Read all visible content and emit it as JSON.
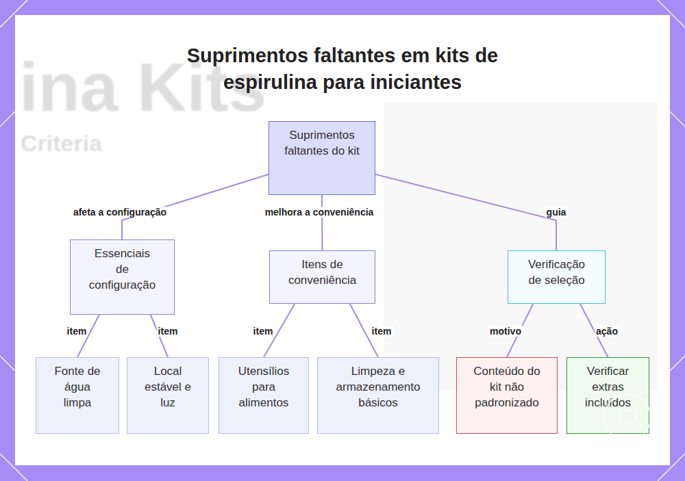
{
  "diagram": {
    "title": "Suprimentos faltantes em kits de espirulina para iniciantes",
    "nodes": [
      {
        "text": [
          "Suprimentos faltantes do kit"
        ]
      },
      {
        "text": [
          "Essenciais de configuração"
        ]
      },
      {
        "text": [
          "Itens de conveniência"
        ]
      },
      {
        "text": [
          "Verificação de seleção"
        ]
      },
      {
        "text": [
          "Fonte de água limpa"
        ]
      },
      {
        "text": [
          "Local estável e luz"
        ]
      },
      {
        "text": [
          "Utensílios para alimentos"
        ]
      },
      {
        "text": [
          "Limpeza e armazenamento básicos"
        ]
      },
      {
        "text": [
          "Conteúdo do kit não padronizado"
        ]
      },
      {
        "text": [
          "Verificar extras incluídos"
        ]
      }
    ],
    "edges": [
      {
        "from": 0,
        "to": 1,
        "label": "afeta a configuração",
        "arrow": "none"
      },
      {
        "from": 0,
        "to": 2,
        "label": "melhora a conveniência",
        "arrow": "none"
      },
      {
        "from": 0,
        "to": 3,
        "label": "guia",
        "arrow": "none"
      },
      {
        "from": 1,
        "to": 4,
        "label": "item",
        "arrow": "none"
      },
      {
        "from": 1,
        "to": 5,
        "label": "item",
        "arrow": "none"
      },
      {
        "from": 2,
        "to": 6,
        "label": "item",
        "arrow": "none"
      },
      {
        "from": 2,
        "to": 7,
        "label": "item",
        "arrow": "none"
      },
      {
        "from": 3,
        "to": 8,
        "label": "motivo",
        "arrow": "none"
      },
      {
        "from": 3,
        "to": 9,
        "label": "ação",
        "arrow": "none"
      }
    ],
    "labels": [
      "ina Kits",
      "Criteria"
    ]
  }
}
